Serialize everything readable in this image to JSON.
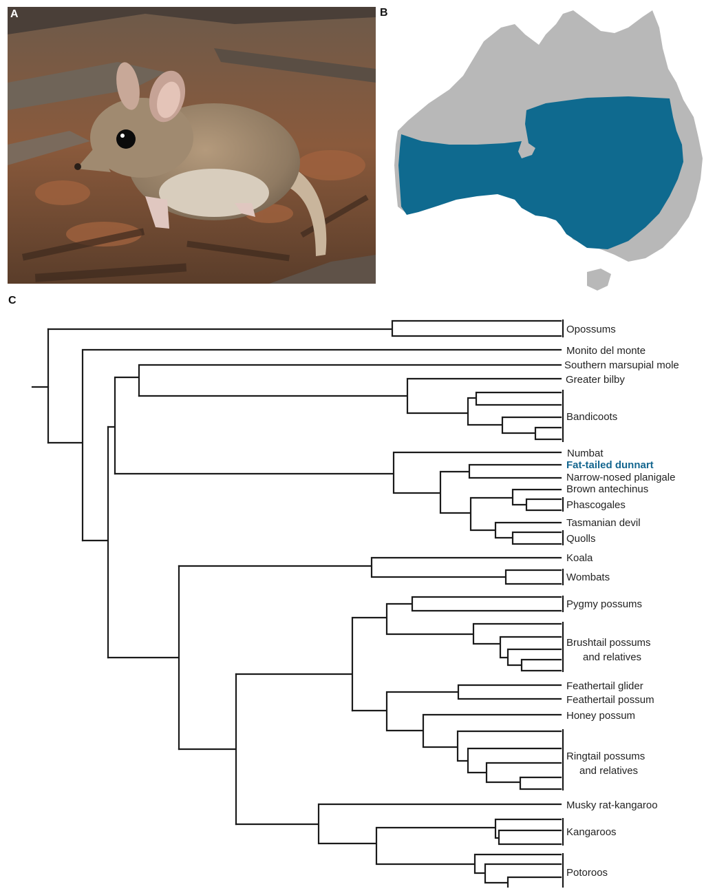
{
  "panels": {
    "a": "A",
    "b": "B",
    "c": "C"
  },
  "colors": {
    "highlight": "#14668f",
    "land": "#b8b8b8",
    "range": "#0f6a8f",
    "branch": "#1a1a1a"
  },
  "photo": {
    "subject": "fat-tailed dunnart photograph"
  },
  "map": {
    "subject": "Australia range map"
  },
  "tree": {
    "labels": {
      "opossums": "Opossums",
      "monito": "Monito del monte",
      "mole": "Southern marsupial mole",
      "bilby": "Greater bilby",
      "bandicoots": "Bandicoots",
      "numbat": "Numbat",
      "dunnart": "Fat-tailed dunnart",
      "planigale": "Narrow-nosed planigale",
      "antechinus": "Brown antechinus",
      "phascogales": "Phascogales",
      "devil": "Tasmanian devil",
      "quolls": "Quolls",
      "koala": "Koala",
      "wombats": "Wombats",
      "pygmy": "Pygmy possums",
      "brushtail_1": "Brushtail possums",
      "brushtail_2": "and relatives",
      "glider": "Feathertail glider",
      "feathertail_possum": "Feathertail possum",
      "honey": "Honey possum",
      "ringtail_1": "Ringtail possums",
      "ringtail_2": "and relatives",
      "musky": "Musky rat-kangaroo",
      "kangaroos": "Kangaroos",
      "potoroos": "Potoroos"
    }
  }
}
